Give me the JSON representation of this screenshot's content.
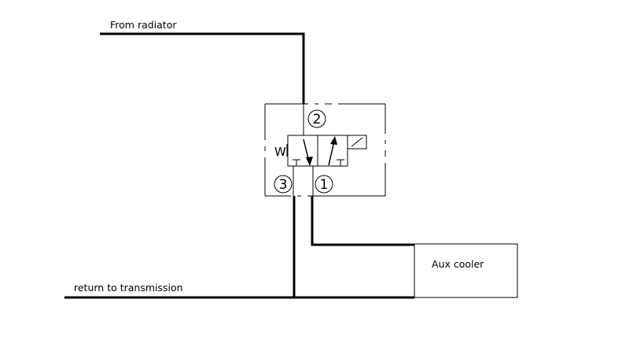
{
  "labels": {
    "from_radiator": "From radiator",
    "return_to_transmission": "return to transmission",
    "aux_cooler": "Aux cooler"
  },
  "valve": {
    "ports": [
      "2",
      "3",
      "1"
    ],
    "spring_symbol": "W"
  },
  "colors": {
    "line": "#000000",
    "background": "#ffffff"
  }
}
